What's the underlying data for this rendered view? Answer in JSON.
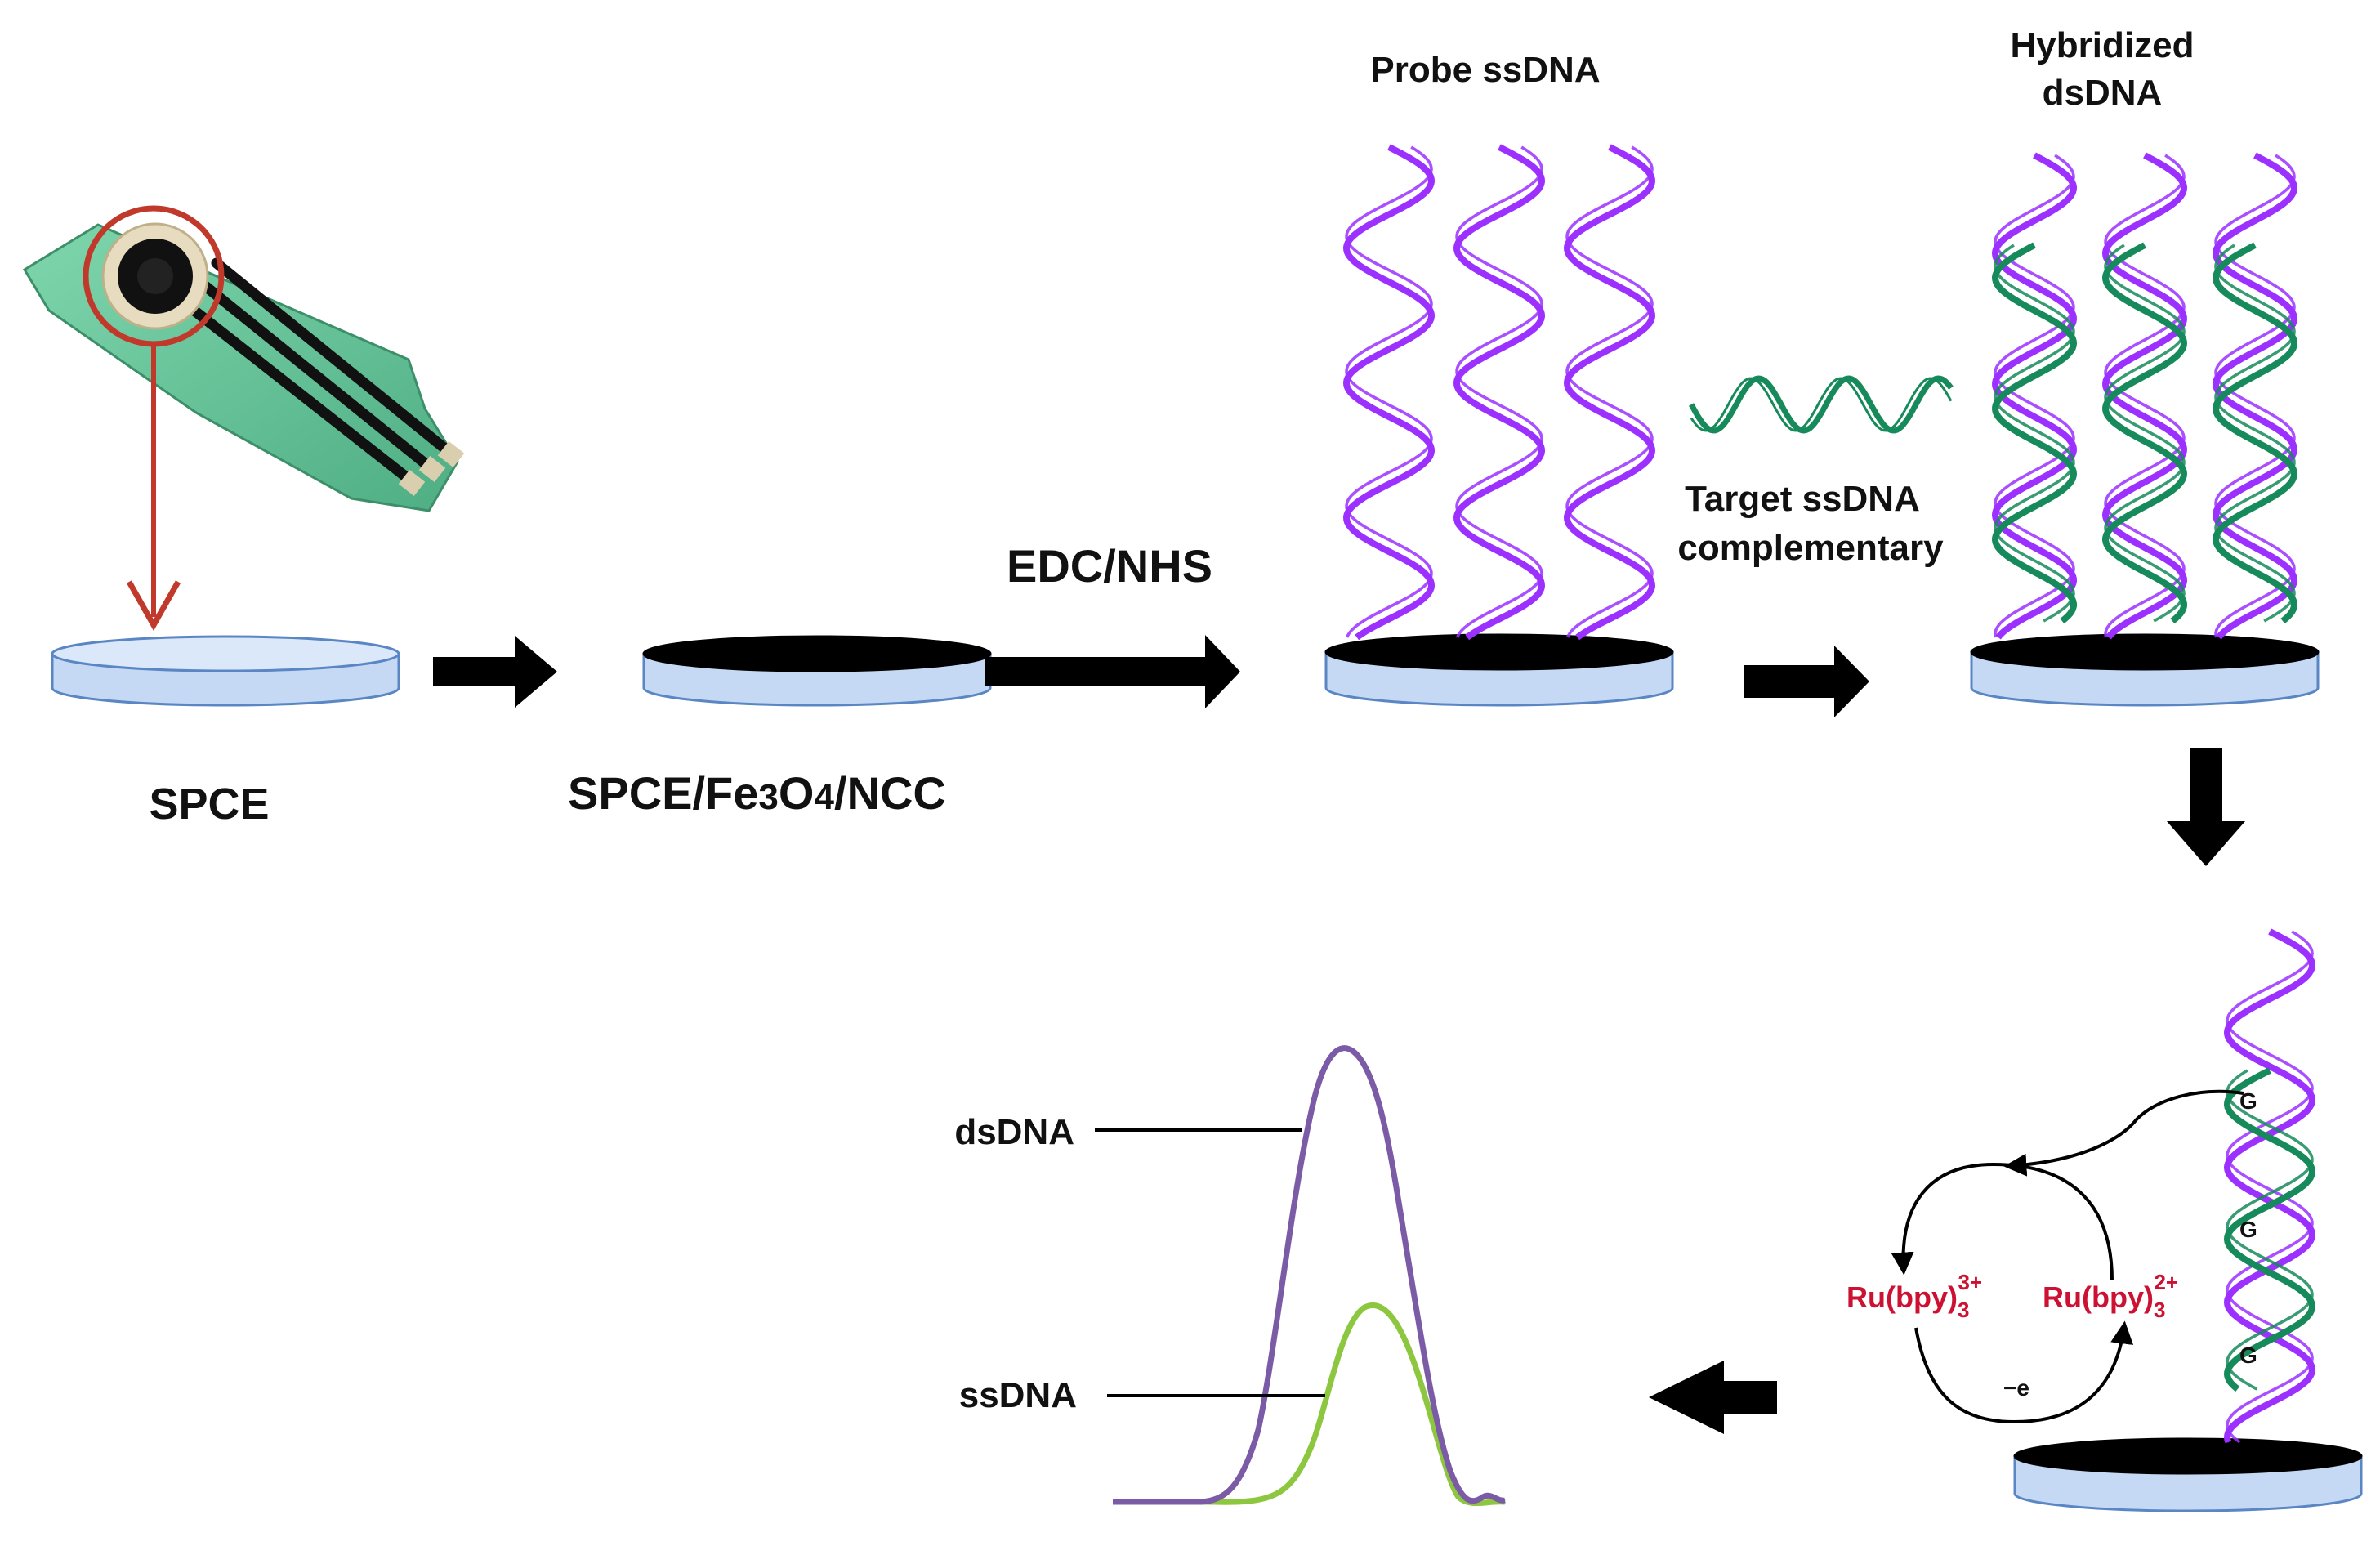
{
  "labels": {
    "spce": "SPCE",
    "modified_prefix": "SPCE/Fe",
    "modified_sub1": "3",
    "modified_mid": "O",
    "modified_sub2": "4",
    "modified_suffix": "/NCC",
    "edc_nhs": "EDC/NHS",
    "probe": "Probe ssDNA",
    "target_line1": "Target ssDNA",
    "target_line2": "complementary",
    "hybrid_line1": "Hybridized",
    "hybrid_line2": "dsDNA",
    "ru3_main": "Ru(bpy)",
    "ru3_sub": "3",
    "ru3_sup": "3+",
    "ru2_main": "Ru(bpy)",
    "ru2_sub": "3",
    "ru2_sup": "2+",
    "electron": "−e",
    "guanine": "G",
    "peak_ds": "dsDNA",
    "peak_ss": "ssDNA"
  },
  "colors": {
    "electrode_fill": "#c5d9f5",
    "electrode_stroke": "#5b86c4",
    "film": "#000000",
    "probe_strand": "#9b30ff",
    "target_strand": "#168a5a",
    "sensor_green": "#6ec9a0",
    "ring_red": "#c0392b",
    "ru_red": "#cc1133",
    "curve_ds": "#7b5ba6",
    "curve_ss": "#8dc63f",
    "arrow": "#000000"
  }
}
